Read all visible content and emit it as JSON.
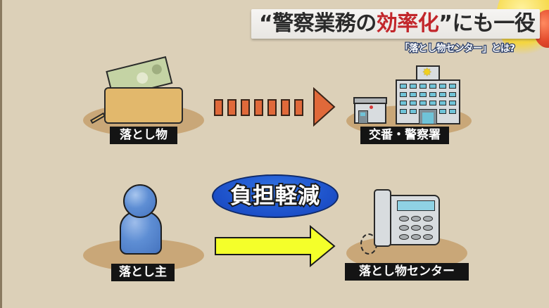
{
  "header": {
    "title_open_quote": "“",
    "title_part1": "警察業務の",
    "title_highlight": "効率化",
    "title_close_quote": "”",
    "title_part2": "にも一役",
    "subtitle": "「落とし物センター」とは?",
    "highlight_color": "#c2262b"
  },
  "diagram": {
    "top_row": {
      "source": {
        "icon": "wallet-with-cash-icon",
        "label": "落とし物"
      },
      "connector": {
        "style": "dashed-arrow",
        "color": "#e0693a",
        "segments": 7
      },
      "target": {
        "icon": "police-box-and-station-icon",
        "label": "交番・警察署"
      }
    },
    "bottom_row": {
      "source": {
        "icon": "person-icon",
        "label": "落とし主"
      },
      "badge": {
        "label": "負担軽減",
        "color": "#1c4fc8"
      },
      "connector": {
        "style": "solid-arrow",
        "color": "#f4ff2a"
      },
      "target": {
        "icon": "telephone-icon",
        "label": "落とし物センター"
      }
    }
  },
  "colors": {
    "background": "#dcd0b8",
    "ground_shadow": "#c9a778",
    "label_bg": "#141414"
  }
}
